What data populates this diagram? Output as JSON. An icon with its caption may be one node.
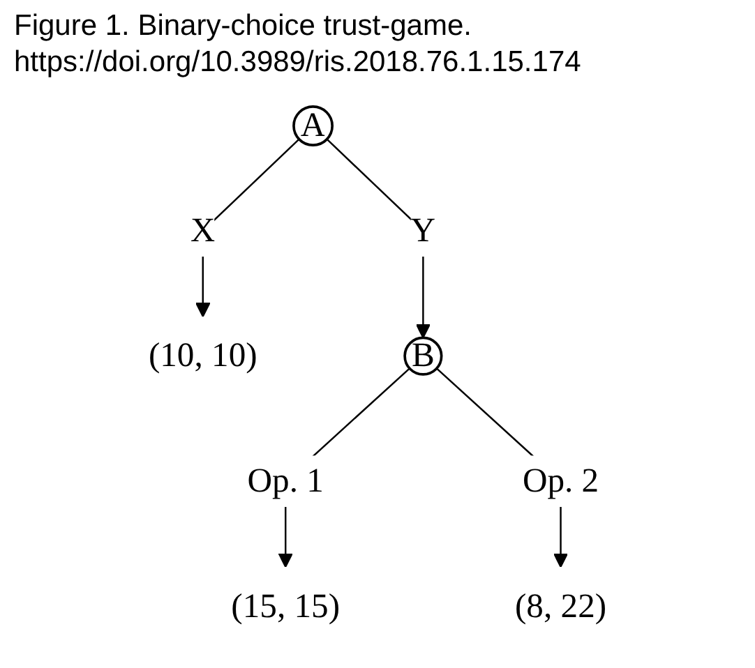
{
  "diagram": {
    "title": "Figure 1. Binary-choice trust-game.",
    "nodes": [
      {
        "text": [
          "A"
        ]
      },
      {
        "text": [
          "(10, 10)"
        ]
      },
      {
        "text": [
          "B"
        ]
      },
      {
        "text": [
          "(15, 15)"
        ]
      },
      {
        "text": [
          "(8, 22)"
        ]
      }
    ],
    "edges": [
      {
        "from": 0,
        "to": 1,
        "arrow": "to",
        "label": "X"
      },
      {
        "from": 0,
        "to": 2,
        "arrow": "to",
        "label": "Y"
      },
      {
        "from": 2,
        "to": 3,
        "arrow": "to",
        "label": "Op. 1"
      },
      {
        "from": 2,
        "to": 4,
        "arrow": "to",
        "label": "Op. 2"
      }
    ],
    "labels": [
      "https://doi.org/10.3989/ris.2018.76.1.15.174"
    ]
  }
}
